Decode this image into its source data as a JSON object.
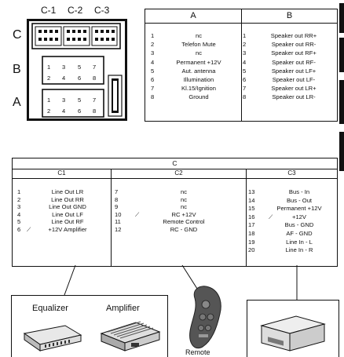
{
  "connector": {
    "col_labels": [
      "C-1",
      "C-2",
      "C-3"
    ],
    "row_labels": [
      "C",
      "B",
      "A"
    ],
    "pin_numbers": [
      "1",
      "3",
      "5",
      "7",
      "2",
      "4",
      "6",
      "8"
    ]
  },
  "table_ab": {
    "header_a": "A",
    "header_b": "B",
    "rows_a": [
      {
        "num": "1",
        "label": "nc"
      },
      {
        "num": "2",
        "label": "Telefon Mute"
      },
      {
        "num": "3",
        "label": "nc"
      },
      {
        "num": "4",
        "label": "Permanent +12V"
      },
      {
        "num": "5",
        "label": "Aut. antenna"
      },
      {
        "num": "6",
        "label": "Illumination"
      },
      {
        "num": "7",
        "label": "Kl.15/Ignition"
      },
      {
        "num": "8",
        "label": "Ground"
      }
    ],
    "rows_b": [
      {
        "num": "1",
        "label": "Speaker out RR+"
      },
      {
        "num": "2",
        "label": "Speaker out RR-"
      },
      {
        "num": "3",
        "label": "Speaker out RF+"
      },
      {
        "num": "4",
        "label": "Speaker out RF-"
      },
      {
        "num": "5",
        "label": "Speaker out LF+"
      },
      {
        "num": "6",
        "label": "Speaker out LF-"
      },
      {
        "num": "7",
        "label": "Speaker out LR+"
      },
      {
        "num": "8",
        "label": "Speaker out LR-"
      }
    ]
  },
  "table_c": {
    "title": "C",
    "c1_header": "C1",
    "c2_header": "C2",
    "c3_header": "C3",
    "c1_rows": [
      {
        "num": "1",
        "label": "Line Out LR"
      },
      {
        "num": "2",
        "label": "Line Out RR"
      },
      {
        "num": "3",
        "label": "Line Out GND"
      },
      {
        "num": "4",
        "label": "Line Out LF"
      },
      {
        "num": "5",
        "label": "Line Out RF"
      },
      {
        "num": "6",
        "label": "+12V Amplifier"
      }
    ],
    "c2_rows": [
      {
        "num": "7",
        "label": "nc"
      },
      {
        "num": "8",
        "label": "nc"
      },
      {
        "num": "9",
        "label": "nc"
      },
      {
        "num": "10",
        "label": "RC +12V"
      },
      {
        "num": "11",
        "label": "Remote Control"
      },
      {
        "num": "12",
        "label": "RC - GND"
      }
    ],
    "c3_rows": [
      {
        "num": "13",
        "label": "Bus - In"
      },
      {
        "num": "14",
        "label": "Bus - Out"
      },
      {
        "num": "15",
        "label": "Permanent +12V"
      },
      {
        "num": "16",
        "label": "+12V"
      },
      {
        "num": "17",
        "label": "Bus - GND"
      },
      {
        "num": "18",
        "label": "AF - GND"
      },
      {
        "num": "19",
        "label": "Line In - L"
      },
      {
        "num": "20",
        "label": "Line In - R"
      }
    ]
  },
  "devices": {
    "equalizer": "Equalizer",
    "amplifier": "Amplifier",
    "remote": "Remote"
  }
}
